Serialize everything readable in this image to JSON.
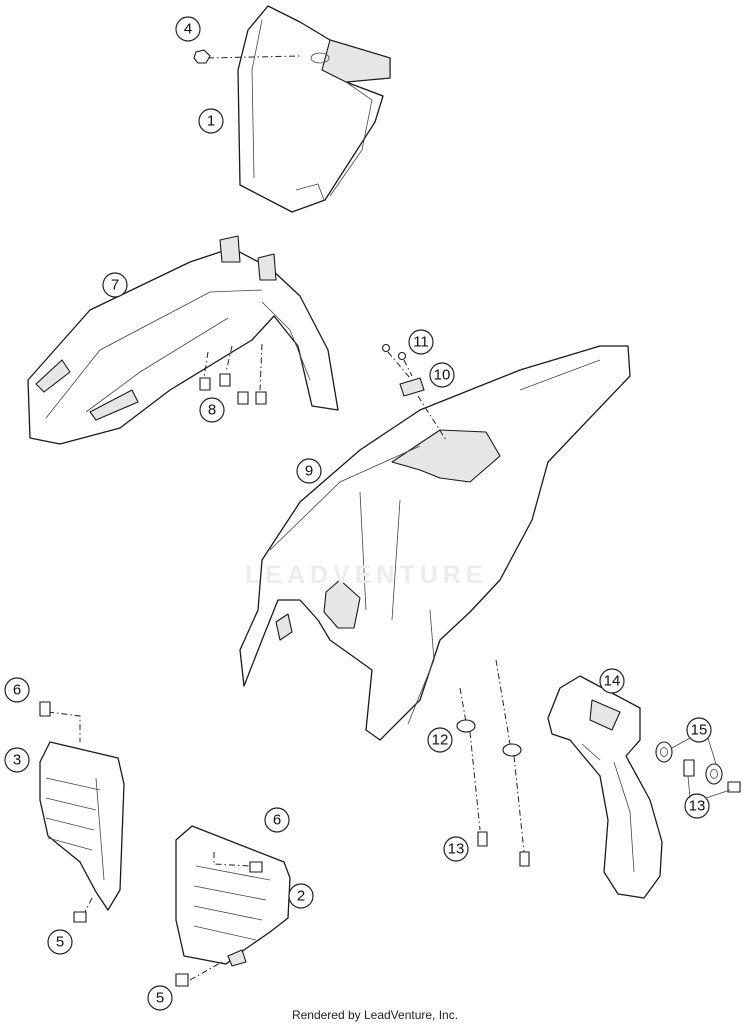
{
  "watermark": "LEADVENTURE",
  "footer": "Rendered by LeadVenture, Inc.",
  "callouts": [
    "4",
    "1",
    "7",
    "8",
    "11",
    "10",
    "9",
    "6",
    "3",
    "6",
    "2",
    "5",
    "5",
    "14",
    "15",
    "12",
    "13",
    "13"
  ]
}
